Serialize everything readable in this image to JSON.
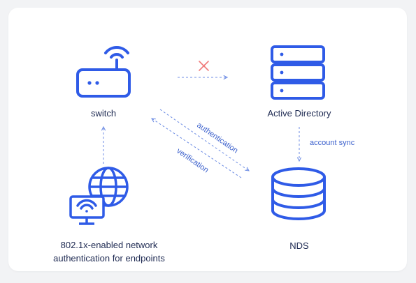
{
  "colors": {
    "accent": "#2f5be7",
    "edge": "#6f8ee4",
    "blocked": "#f07b7b",
    "label": "#1e2a52"
  },
  "nodes": {
    "switch": {
      "label": "switch",
      "icon": "router-icon"
    },
    "active_directory": {
      "label": "Active Directory",
      "icon": "server-rack-icon"
    },
    "nds": {
      "label": "NDS",
      "icon": "database-icon"
    },
    "endpoints": {
      "label_line1": "802.1x-enabled network",
      "label_line2": "authentication for endpoints",
      "icon": "globe-monitor-icon"
    }
  },
  "edges": {
    "switch_to_ad": {
      "blocked_icon": "cross-icon"
    },
    "authentication": {
      "label": "authentication"
    },
    "verification": {
      "label": "verification"
    },
    "account_sync": {
      "label": "account sync"
    }
  }
}
